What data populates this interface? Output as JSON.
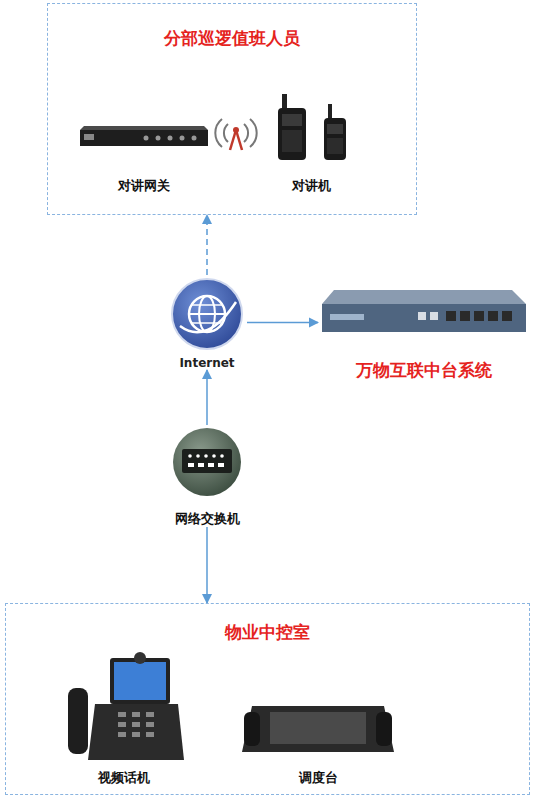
{
  "diagram": {
    "nodes": [
      {
        "text": [
          "分部巡逻值班人员"
        ]
      },
      {
        "text": [
          "对讲网关"
        ],
        "in": 0
      },
      {
        "text": [
          "对讲机"
        ],
        "in": 0
      },
      {
        "text": [
          "Internet"
        ]
      },
      {
        "text": [
          "万物互联中台系统"
        ]
      },
      {
        "text": [
          "网络交换机"
        ]
      },
      {
        "text": [
          "物业中控室"
        ]
      },
      {
        "text": [
          "视频话机"
        ],
        "in": 6
      },
      {
        "text": [
          "调度台"
        ],
        "in": 6
      }
    ],
    "edges": [
      {
        "from": 3,
        "to": 0,
        "arrow": "to"
      },
      {
        "from": 3,
        "to": 4,
        "arrow": "to"
      },
      {
        "from": 5,
        "to": 3,
        "arrow": "to"
      },
      {
        "from": 5,
        "to": 6,
        "arrow": "to"
      }
    ]
  }
}
